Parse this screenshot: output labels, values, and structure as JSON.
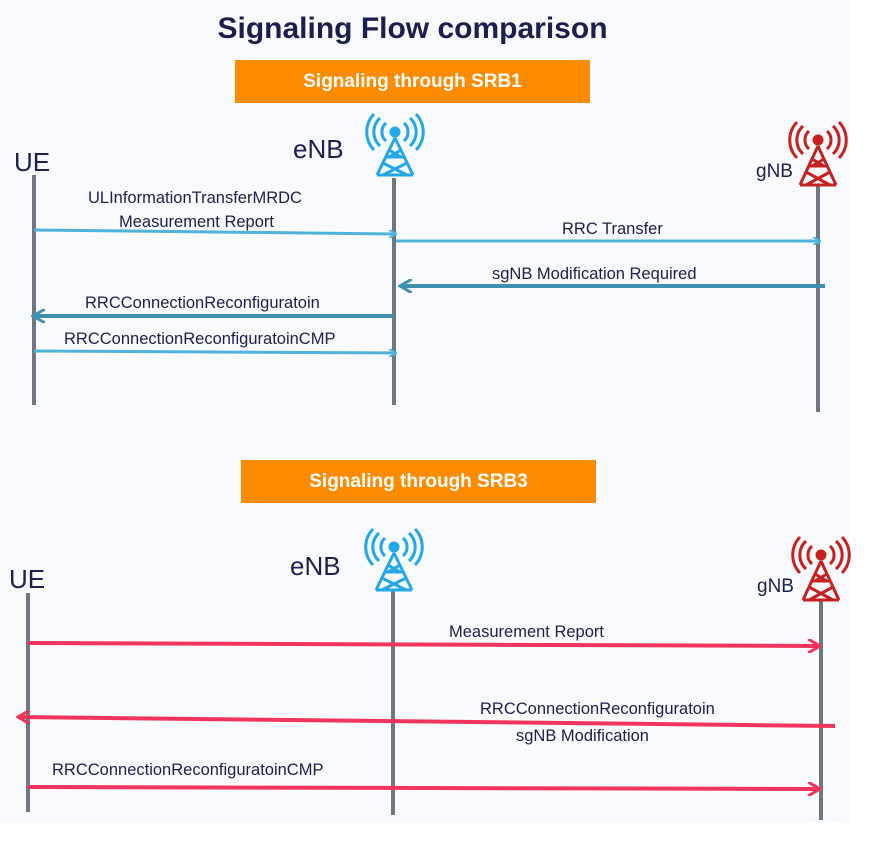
{
  "title": "Signaling Flow comparison",
  "colors": {
    "banner": "#ff8c00",
    "srb1_arrow": "#4fb3d9",
    "srb1_arrow_dark": "#3f8fb0",
    "srb3_arrow": "#f0345c",
    "lifeline": "#6f7683",
    "enb_icon": "#22a7e8",
    "gnb_icon": "#c62121"
  },
  "sections": [
    {
      "banner": "Signaling through SRB1",
      "entities": {
        "ue": "UE",
        "enb": "eNB",
        "gnb": "gNB"
      },
      "messages": [
        {
          "lines": [
            "ULInformationTransferMRDC",
            "Measurement Report"
          ]
        },
        {
          "lines": [
            "RRC Transfer"
          ]
        },
        {
          "lines": [
            "sgNB Modification Required"
          ]
        },
        {
          "lines": [
            "RRCConnectionReconfiguratoin"
          ]
        },
        {
          "lines": [
            "RRCConnectionReconfiguratoinCMP"
          ]
        }
      ]
    },
    {
      "banner": "Signaling through SRB3",
      "entities": {
        "ue": "UE",
        "enb": "eNB",
        "gnb": "gNB"
      },
      "messages": [
        {
          "lines": [
            "Measurement Report"
          ]
        },
        {
          "lines": [
            "RRCConnectionReconfiguratoin",
            "sgNB Modification"
          ]
        },
        {
          "lines": [
            "RRCConnectionReconfiguratoinCMP"
          ]
        }
      ]
    }
  ]
}
